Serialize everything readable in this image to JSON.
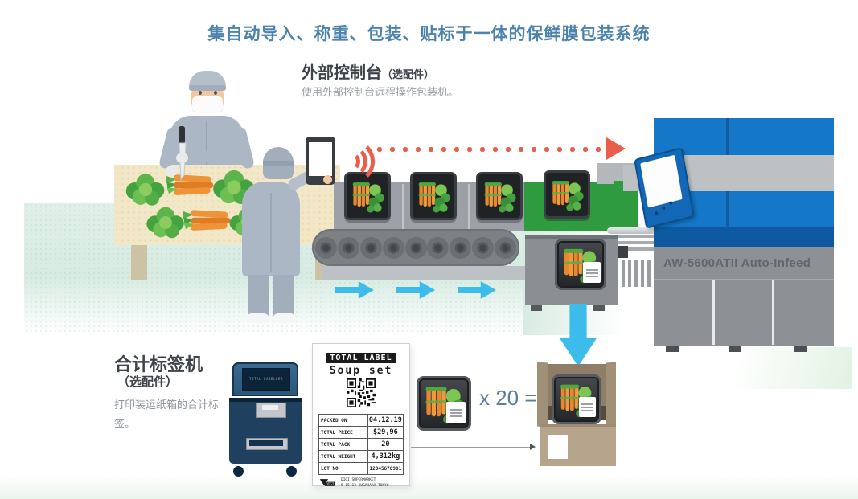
{
  "title": "集自动导入、称重、包装、贴标于一体的保鲜膜包装系统",
  "external_console": {
    "heading": "外部控制台",
    "option": "（选配件）",
    "description": "使用外部控制台远程操作包装机。"
  },
  "machine": {
    "label": "AW-5600ATII Auto-Infeed"
  },
  "flow": {
    "multiplier": "x 20 ="
  },
  "total_labeler": {
    "heading": "合计标签机",
    "option": "（选配件）",
    "description": "打印装运纸箱的合计标签。",
    "printer_screen_text": "TOTAL LABELLER"
  },
  "total_label": {
    "header": "TOTAL LABEL",
    "product": "Soup set",
    "rows": [
      {
        "label": "PACKED ON",
        "value": "04.12.19"
      },
      {
        "label": "TOTAL PRICE",
        "value": "$29,96"
      },
      {
        "label": "TOTAL PACK",
        "value": "20"
      },
      {
        "label": "TOTAL WEIGHT",
        "value": "4,312kg"
      },
      {
        "label": "LOT NO",
        "value": "12345678901"
      }
    ],
    "footer_brand": "DIGI",
    "footer_address1": "DIGI SUPERMARKET",
    "footer_address2": "5-15-12 KUGAHARA TOKYO"
  },
  "colors": {
    "title_blue": "#4c83ae",
    "accent_red": "#ea5f4b",
    "accent_cyan": "#3bbcea",
    "machine_blue": "#1577c8",
    "machine_blue_dark": "#0d5aa0",
    "belt_green": "#2f9b3f",
    "printer_navy": "#20405f"
  }
}
